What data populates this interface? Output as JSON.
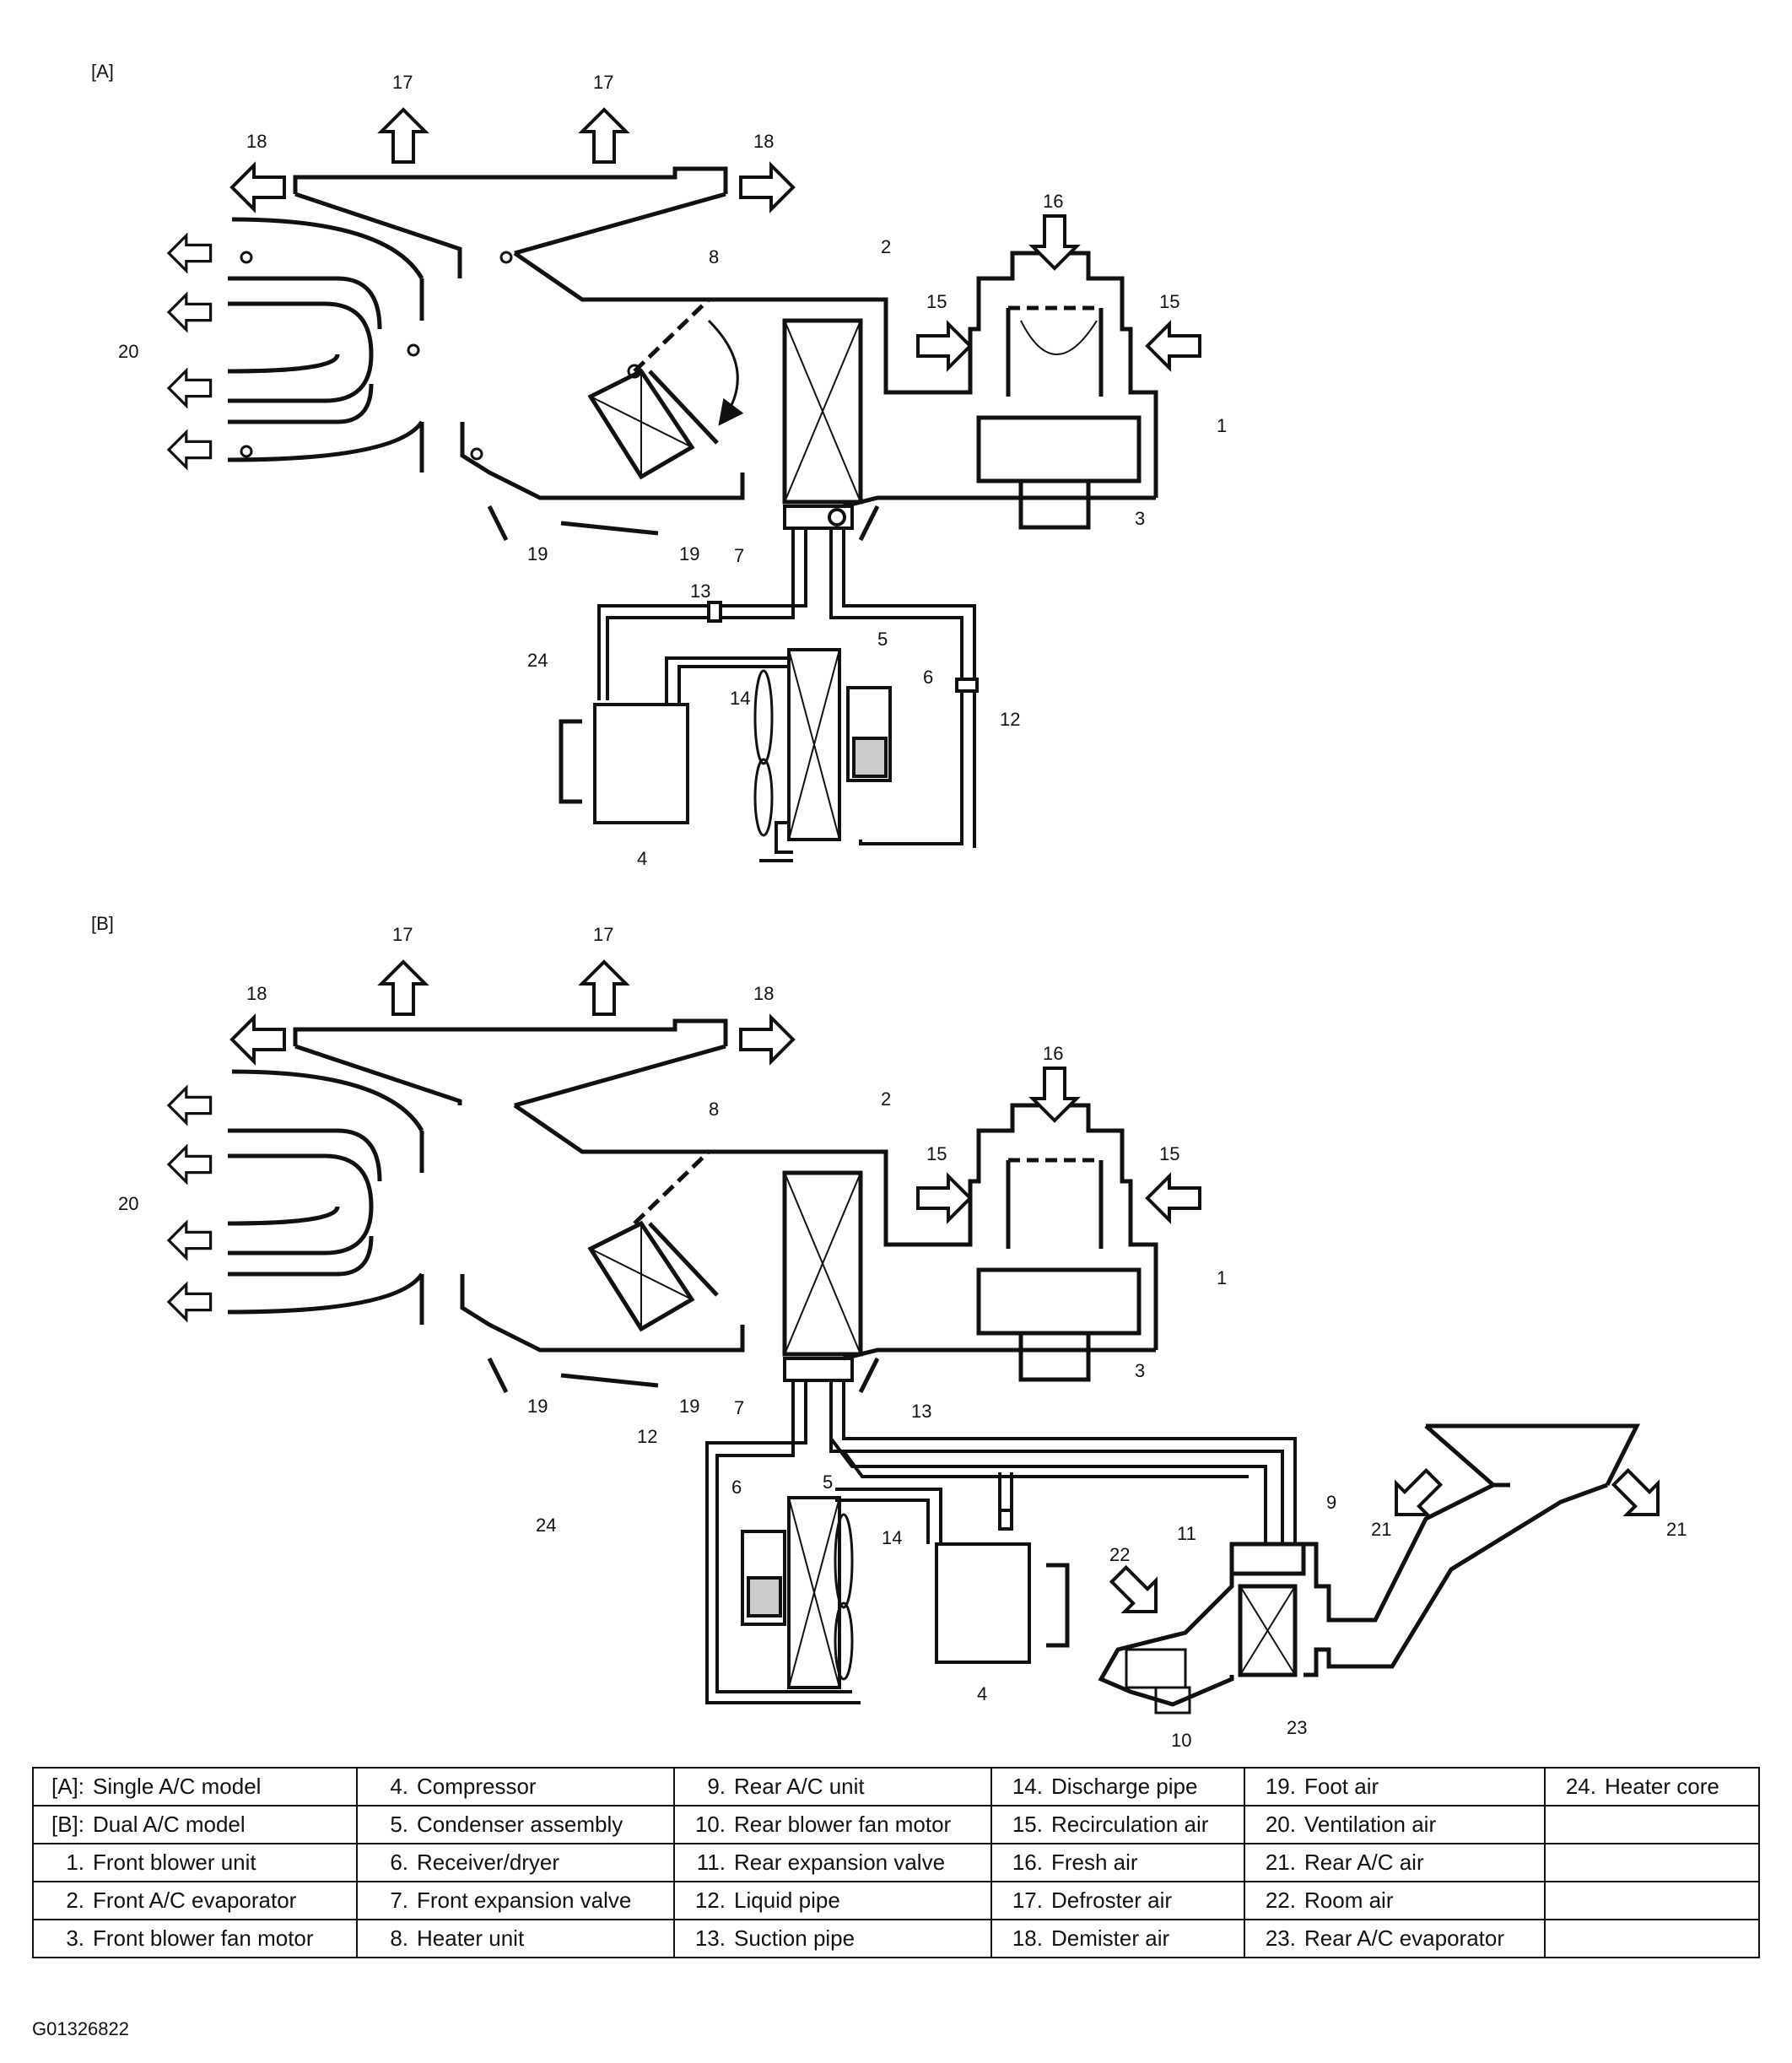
{
  "panels": [
    {
      "tag": "[A]"
    },
    {
      "tag": "[B]"
    }
  ],
  "labels": {
    "n1": "1",
    "n2": "2",
    "n3": "3",
    "n4": "4",
    "n5": "5",
    "n6": "6",
    "n7": "7",
    "n8": "8",
    "n9": "9",
    "n10": "10",
    "n11": "11",
    "n12": "12",
    "n13": "13",
    "n14": "14",
    "n15": "15",
    "n16": "16",
    "n17": "17",
    "n18": "18",
    "n19": "19",
    "n20": "20",
    "n21": "21",
    "n22": "22",
    "n23": "23",
    "n24": "24"
  },
  "legend": {
    "rows": [
      [
        {
          "n": "[A]:",
          "t": "Single A/C model"
        },
        {
          "n": "4.",
          "t": "Compressor"
        },
        {
          "n": "9.",
          "t": "Rear A/C unit"
        },
        {
          "n": "14.",
          "t": "Discharge pipe"
        },
        {
          "n": "19.",
          "t": "Foot air"
        },
        {
          "n": "24.",
          "t": "Heater core"
        }
      ],
      [
        {
          "n": "[B]:",
          "t": "Dual A/C model"
        },
        {
          "n": "5.",
          "t": "Condenser assembly"
        },
        {
          "n": "10.",
          "t": "Rear blower fan motor"
        },
        {
          "n": "15.",
          "t": "Recirculation air"
        },
        {
          "n": "20.",
          "t": "Ventilation air"
        },
        {
          "n": "",
          "t": ""
        }
      ],
      [
        {
          "n": "1.",
          "t": "Front blower unit"
        },
        {
          "n": "6.",
          "t": "Receiver/dryer"
        },
        {
          "n": "11.",
          "t": "Rear expansion valve"
        },
        {
          "n": "16.",
          "t": "Fresh air"
        },
        {
          "n": "21.",
          "t": "Rear A/C air"
        },
        {
          "n": "",
          "t": ""
        }
      ],
      [
        {
          "n": "2.",
          "t": "Front A/C evaporator"
        },
        {
          "n": "7.",
          "t": "Front expansion valve"
        },
        {
          "n": "12.",
          "t": "Liquid pipe"
        },
        {
          "n": "17.",
          "t": "Defroster air"
        },
        {
          "n": "22.",
          "t": "Room air"
        },
        {
          "n": "",
          "t": ""
        }
      ],
      [
        {
          "n": "3.",
          "t": "Front blower fan motor"
        },
        {
          "n": "8.",
          "t": "Heater unit"
        },
        {
          "n": "13.",
          "t": "Suction pipe"
        },
        {
          "n": "18.",
          "t": "Demister air"
        },
        {
          "n": "23.",
          "t": "Rear A/C evaporator"
        },
        {
          "n": "",
          "t": ""
        }
      ]
    ]
  },
  "figure_id": "G01326822"
}
